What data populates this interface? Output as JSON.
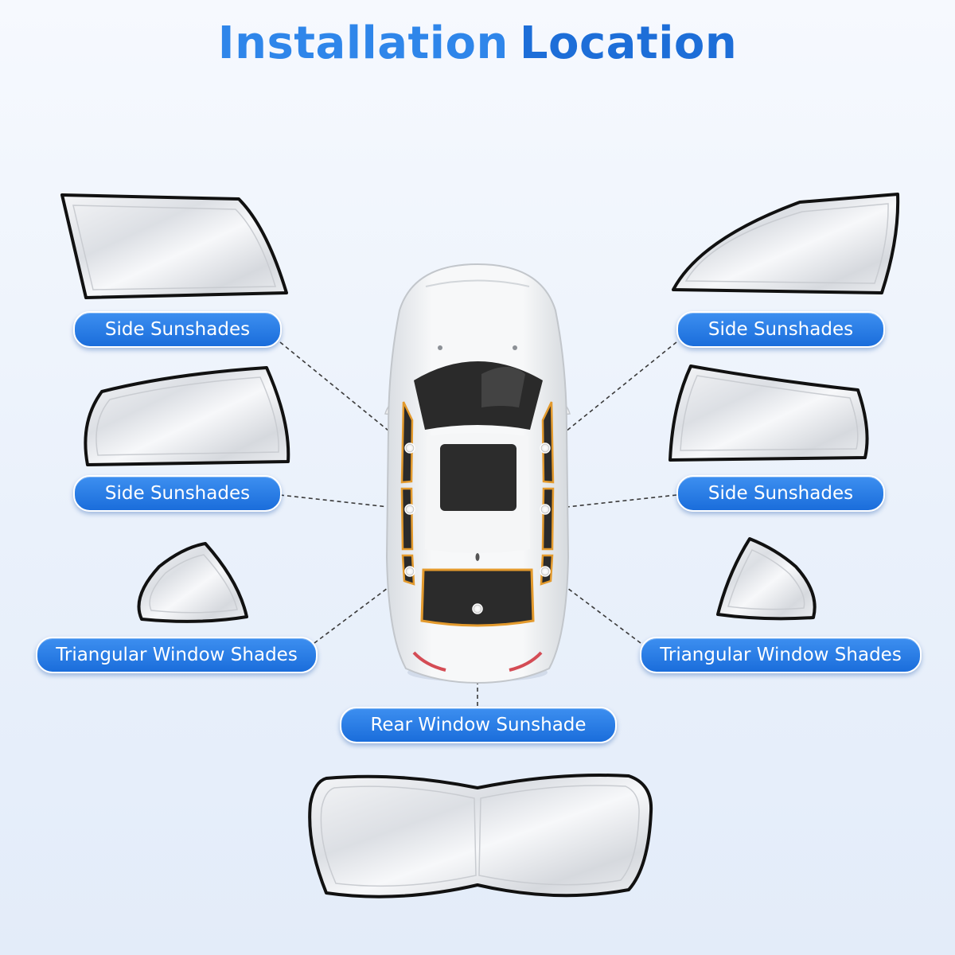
{
  "title": {
    "word1": "Installation",
    "word2": "Location"
  },
  "labels": {
    "side_front_left": "Side Sunshades",
    "side_front_right": "Side Sunshades",
    "side_rear_left": "Side Sunshades",
    "side_rear_right": "Side Sunshades",
    "triangular_left": "Triangular Window Shades",
    "triangular_right": "Triangular Window Shades",
    "rear_window": "Rear Window Sunshade"
  },
  "colors": {
    "accent_blue": "#1d6ed8",
    "shade_outline": "#111111",
    "window_tint": "#2b2b2b",
    "trim_orange": "#e39a2d"
  }
}
